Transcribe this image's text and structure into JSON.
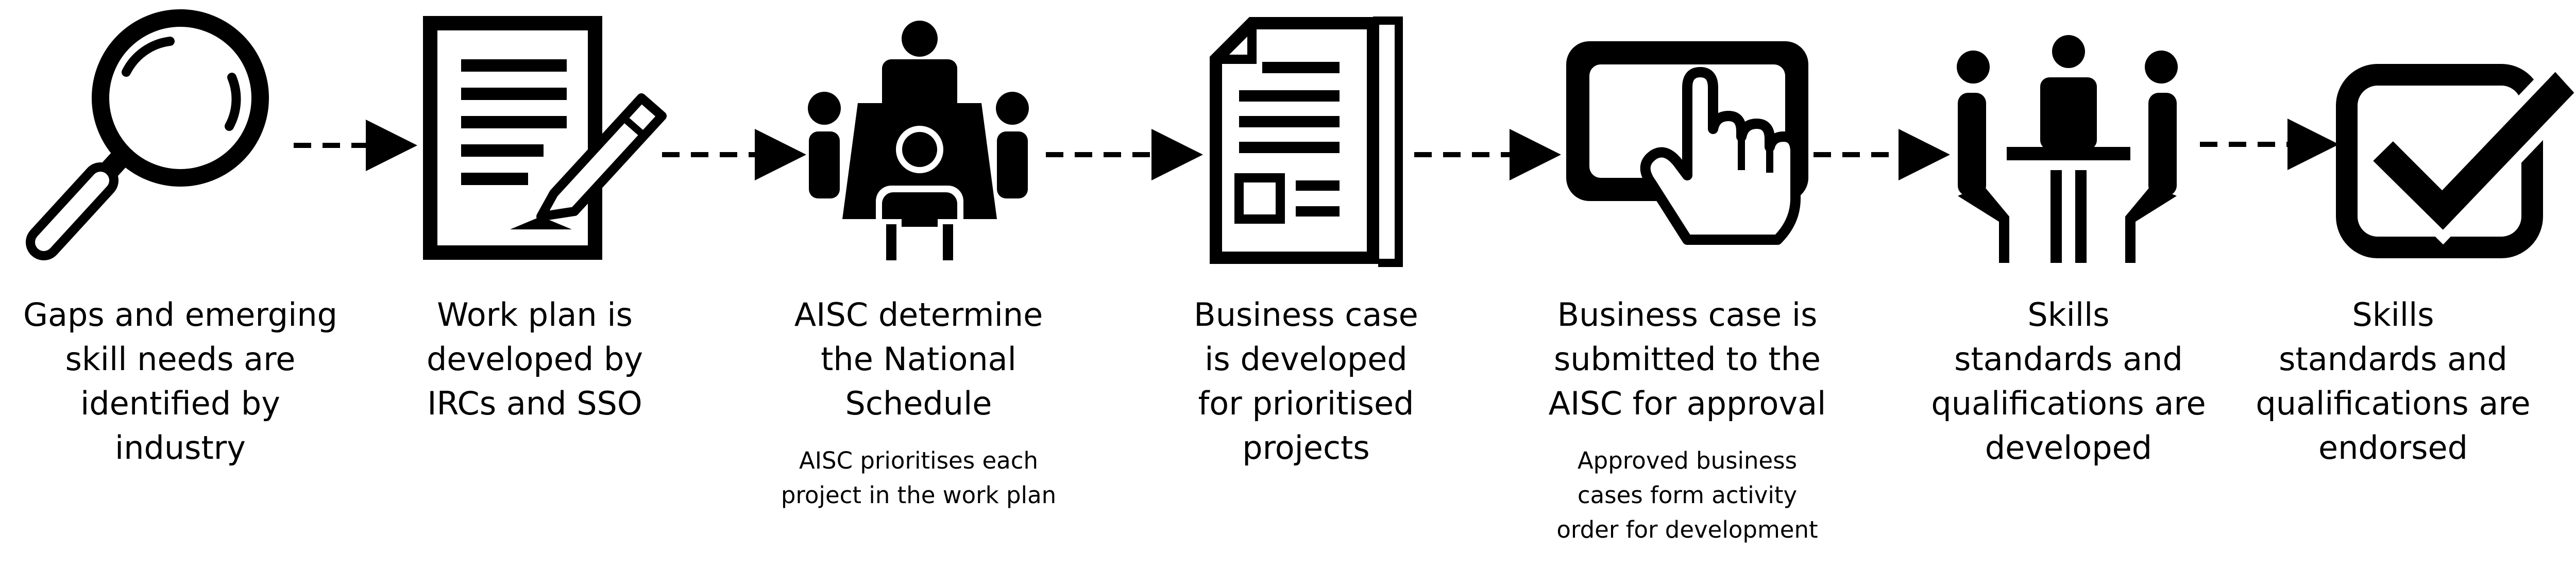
{
  "steps": [
    {
      "id": "gaps",
      "icon": "magnifying-glass-icon",
      "label": "Gaps and emerging\nskill needs are\nidentified by\nindustry",
      "sublabel": ""
    },
    {
      "id": "work-plan",
      "icon": "document-pen-icon",
      "label": "Work plan is\ndeveloped by\nIRCs and SSO",
      "sublabel": ""
    },
    {
      "id": "aisc-schedule",
      "icon": "meeting-table-icon",
      "label": "AISC determine\nthe National\nSchedule",
      "sublabel": "AISC prioritises each\nproject in the work plan"
    },
    {
      "id": "business-case",
      "icon": "document-stack-icon",
      "label": "Business case\nis developed\nfor prioritised\nprojects",
      "sublabel": ""
    },
    {
      "id": "submitted",
      "icon": "touchscreen-hand-icon",
      "label": "Business case is\nsubmitted to the\nAISC for approval",
      "sublabel": "Approved business\ncases form activity\norder for development"
    },
    {
      "id": "developed",
      "icon": "collaboration-table-icon",
      "label": "Skills\nstandards and\nqualifications are\ndeveloped",
      "sublabel": ""
    },
    {
      "id": "endorsed",
      "icon": "checkbox-tick-icon",
      "label": "Skills\nstandards and\nqualifications are\nendorsed",
      "sublabel": ""
    }
  ],
  "colors": {
    "ink": "#000000",
    "background": "#ffffff"
  }
}
